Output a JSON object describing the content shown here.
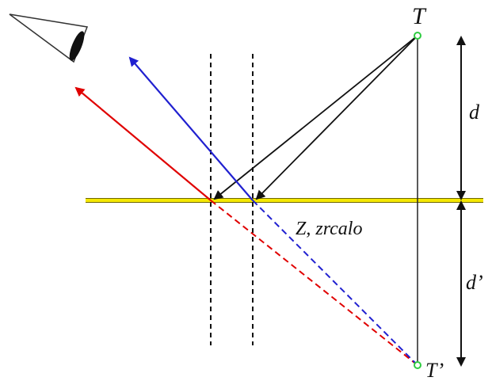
{
  "labels": {
    "object_point": "T",
    "image_point": "T’",
    "object_distance": "d",
    "image_distance": "d’",
    "mirror": "Z, zrcalo"
  },
  "icons": {
    "observer": "eye-icon"
  },
  "colors": {
    "mirror": "#f5e800",
    "mirror_edge": "#6f6700",
    "ray_red": "#e00000",
    "ray_blue": "#2020d0",
    "ray_black": "#111111",
    "point_green": "#2ecc40"
  }
}
